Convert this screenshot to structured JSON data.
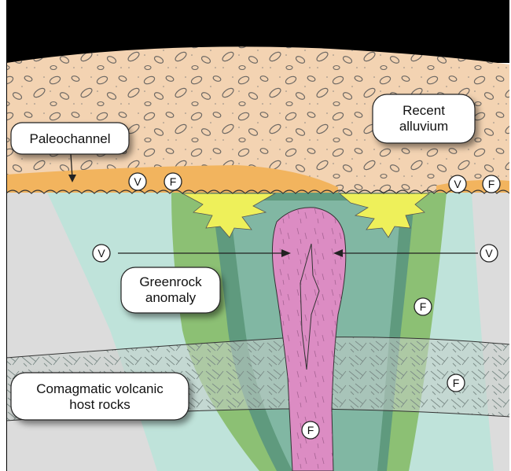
{
  "labels": {
    "paleochannel": "Paleochannel",
    "recent_alluvium": [
      "Recent",
      "alluvium"
    ],
    "greenrock_anomaly": [
      "Greenrock",
      "anomaly"
    ],
    "host_rocks": [
      "Comagmatic volcanic",
      "host rocks"
    ]
  },
  "markers": {
    "v": "V",
    "f": "F"
  },
  "colors": {
    "sky": "#000000",
    "alluvium": "#f3d3b2",
    "paleochannel": "#f2b45e",
    "host_grey": "#dcdcdc",
    "teal": "#bfe3da",
    "green_outer": "#8cc074",
    "green_dark": "#5f9a7e",
    "pink_dike": "#dc8cc3",
    "yellow_zone": "#eef05a"
  }
}
